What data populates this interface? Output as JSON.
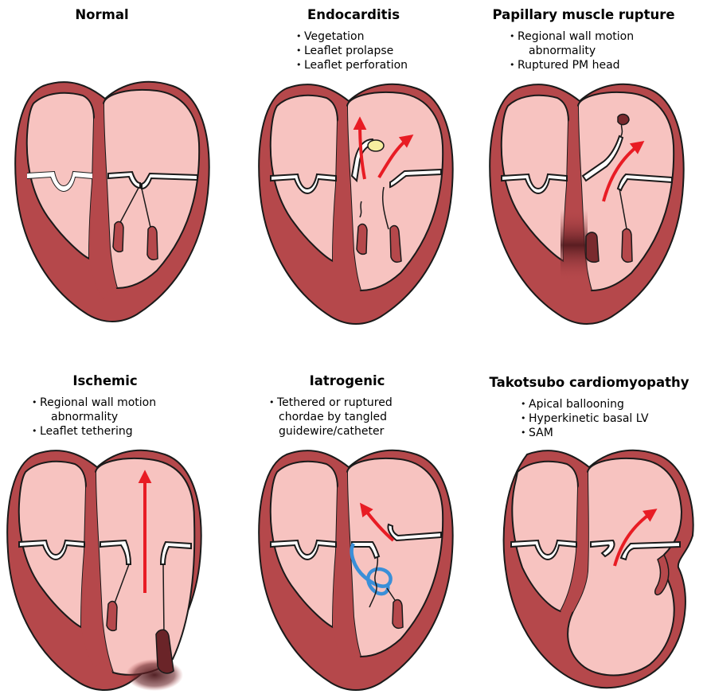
{
  "colors": {
    "myocardium": "#b5484b",
    "cavity": "#f7c3c0",
    "outline": "#1a1a1a",
    "flow_arrow": "#e81c24",
    "vegetation": "#f6eea0",
    "guidewire": "#3a8fd8",
    "infarct": "#5a1e22"
  },
  "panels": [
    {
      "title": "Normal",
      "bullets": []
    },
    {
      "title": "Endocarditis",
      "bullets": [
        "Vegetation",
        "Leaflet prolapse",
        "Leaflet perforation"
      ]
    },
    {
      "title": "Papillary muscle rupture",
      "bullets": [
        "Regional wall motion",
        "abnormality",
        "Ruptured PM head"
      ]
    },
    {
      "title": "Ischemic",
      "bullets": [
        "Regional wall motion",
        "abnormality",
        "Leaflet tethering"
      ]
    },
    {
      "title": "Iatrogenic",
      "bullets": [
        "Tethered or ruptured",
        "chordae by tangled",
        "guidewire/catheter"
      ]
    },
    {
      "title": "Takotsubo cardiomyopathy",
      "bullets": [
        "Apical ballooning",
        "Hyperkinetic basal LV",
        "SAM"
      ]
    }
  ]
}
